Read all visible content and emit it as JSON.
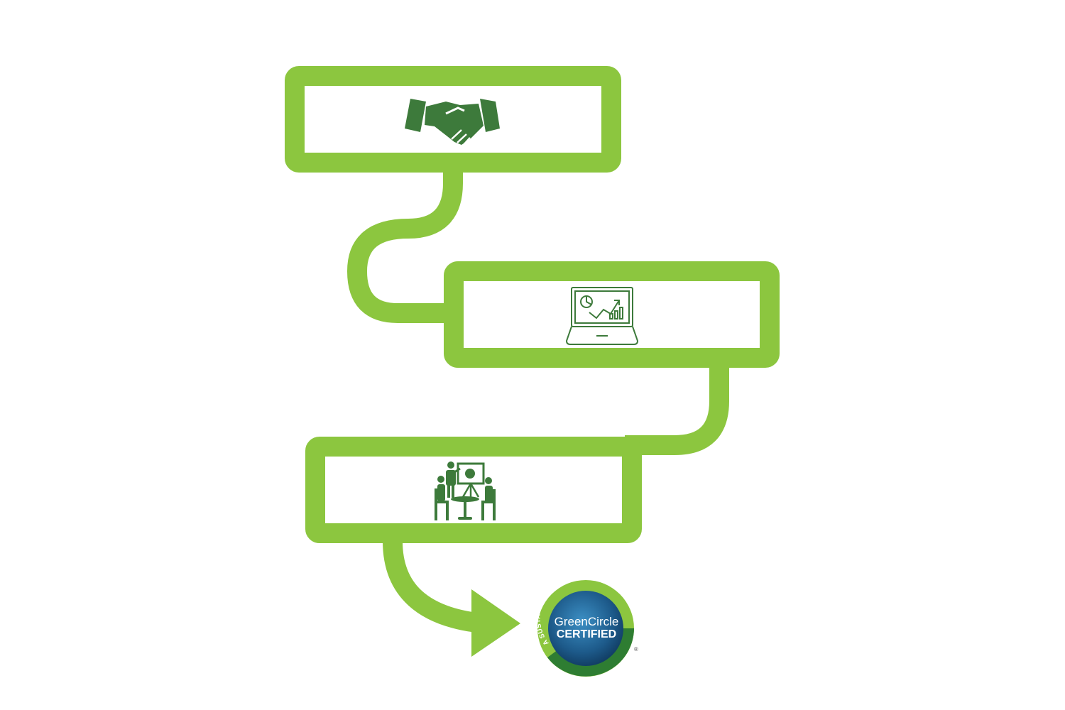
{
  "colors": {
    "accent_green": "#8cc63f",
    "icon_green": "#3d7a3b",
    "badge_blue": "#1d5a8a",
    "badge_ring_dark": "#2e7d32",
    "background": "#ffffff"
  },
  "steps": [
    {
      "icon": "handshake-icon"
    },
    {
      "icon": "laptop-chart-icon"
    },
    {
      "icon": "meeting-presentation-icon"
    }
  ],
  "badge": {
    "arc_text": "A SUSTAINABLE SOLUTION",
    "line1": "GreenCircle",
    "line2": "CERTIFIED",
    "registered": "®"
  }
}
